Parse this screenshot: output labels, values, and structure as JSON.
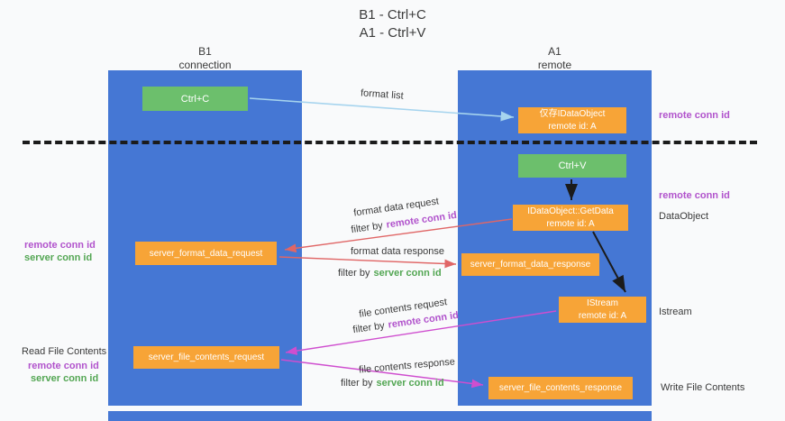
{
  "title": {
    "line1": "B1 - Ctrl+C",
    "line2": "A1 - Ctrl+V"
  },
  "lanes": {
    "left": {
      "name": "B1",
      "subtitle": "connection"
    },
    "right": {
      "name": "A1",
      "subtitle": "remote"
    }
  },
  "boxes": {
    "ctrl_c": "Ctrl+C",
    "ctrl_v": "Ctrl+V",
    "idataobject_store": {
      "line1": "仅存IDataObject",
      "line2": "remote id: A"
    },
    "getdata": {
      "line1": "IDataObject::GetData",
      "line2": "remote id: A"
    },
    "istream": {
      "line1": "IStream",
      "line2": "remote id: A"
    },
    "format_request": "server_format_data_request",
    "format_response": "server_format_data_response",
    "file_request": "server_file_contents_request",
    "file_response": "server_file_contents_response"
  },
  "arrows": {
    "format_list": "format list",
    "format_data_request": "format data request",
    "format_data_response": "format data response",
    "file_contents_request": "file contents request",
    "file_contents_response": "file contents response",
    "filter_by": "filter by",
    "remote_conn_id": "remote conn id",
    "server_conn_id": "server conn id"
  },
  "side_labels": {
    "remote_conn_id": "remote conn id",
    "server_conn_id": "server conn id",
    "dataobject": "DataObject",
    "istream": "Istream",
    "read_file_contents": "Read File Contents",
    "write_file_contents": "Write File Contents"
  },
  "colors": {
    "lane_blue": "#4577d4",
    "box_green": "#6cbf6c",
    "box_orange": "#f7a437",
    "arrow_blue": "#a6d4ee",
    "arrow_red": "#e06666",
    "arrow_magenta": "#cf4ecf",
    "text_purple": "#b153cc",
    "text_green": "#53a653"
  }
}
